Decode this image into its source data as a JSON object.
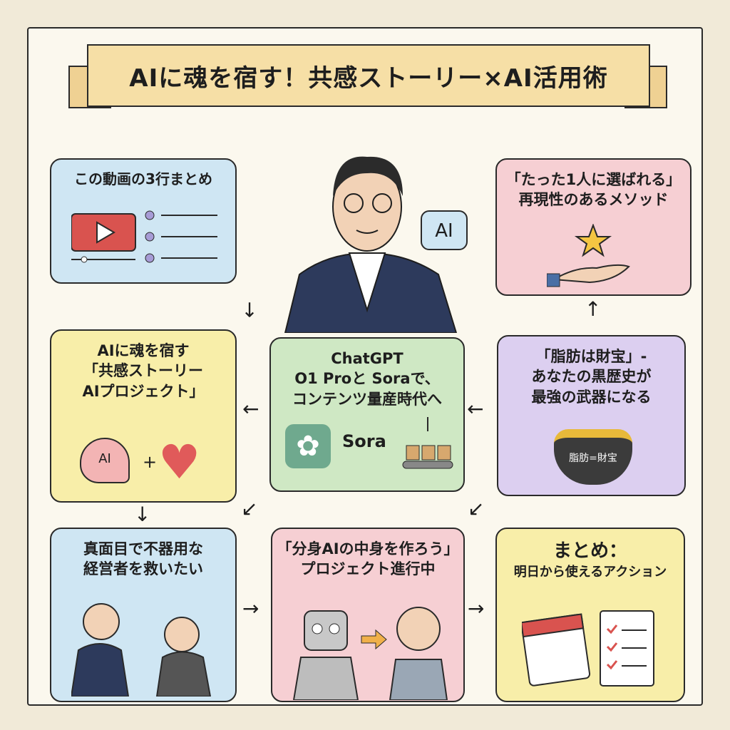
{
  "title": "AIに魂を宿す！共感ストーリー×AI活用術",
  "summary_box": {
    "title": "この動画の3行まとめ"
  },
  "speech_bubble": "AI",
  "method_box": {
    "line1": "「たった1人に選ばれる」",
    "line2": "再現性のあるメソッド"
  },
  "project_box": {
    "line1": "AIに魂を宿す",
    "line2": "「共感ストーリー",
    "line3": "AIプロジェクト」",
    "ai_label": "AI",
    "plus": "+"
  },
  "tools_box": {
    "line1": "ChatGPT",
    "line2": "O1 Proと Soraで、",
    "line3": "コンテンツ量産時代へ",
    "sora_label": "Sora"
  },
  "fat_box": {
    "line1": "「脂肪は財宝」-",
    "line2": "あなたの黒歴史が",
    "line3": "最強の武器になる",
    "pot_label": "脂肪=財宝"
  },
  "mission_box": {
    "line1": "真面目で不器用な",
    "line2": "経営者を救いたい"
  },
  "avatar_box": {
    "line1": "「分身AIの中身を作ろう」",
    "line2": "プロジェクト進行中"
  },
  "conclusion_box": {
    "line1": "まとめ：",
    "line2": "明日から使えるアクション"
  },
  "colors": {
    "blue": "#cfe6f3",
    "pink": "#f6cfd3",
    "yellow": "#f8eea9",
    "green": "#cfe8c4",
    "purple": "#dccff0",
    "banner": "#f6dfa6"
  }
}
